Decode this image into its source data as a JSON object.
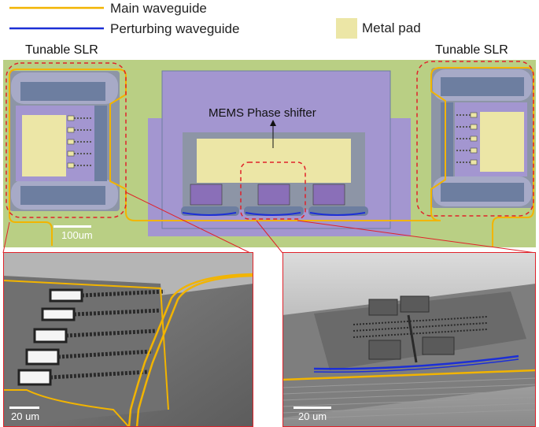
{
  "legend": {
    "main_waveguide": "Main waveguide",
    "perturbing_waveguide": "Perturbing waveguide",
    "metal_pad": "Metal pad",
    "colors": {
      "main": "#f2b400",
      "perturbing": "#1c2fd6",
      "pad": "#ece6a6"
    }
  },
  "chip": {
    "left_slr_label": "Tunable SLR",
    "right_slr_label": "Tunable SLR",
    "mems_label": "MEMS Phase shifter",
    "scale_label": "100um",
    "colors": {
      "substrate": "#b9cf84",
      "structure": "#a396d0",
      "trench": "#6d7ea0",
      "highlight": "#e0222a"
    }
  },
  "sem_left": {
    "scale_label": "20 um"
  },
  "sem_right": {
    "scale_label": "20 um"
  }
}
